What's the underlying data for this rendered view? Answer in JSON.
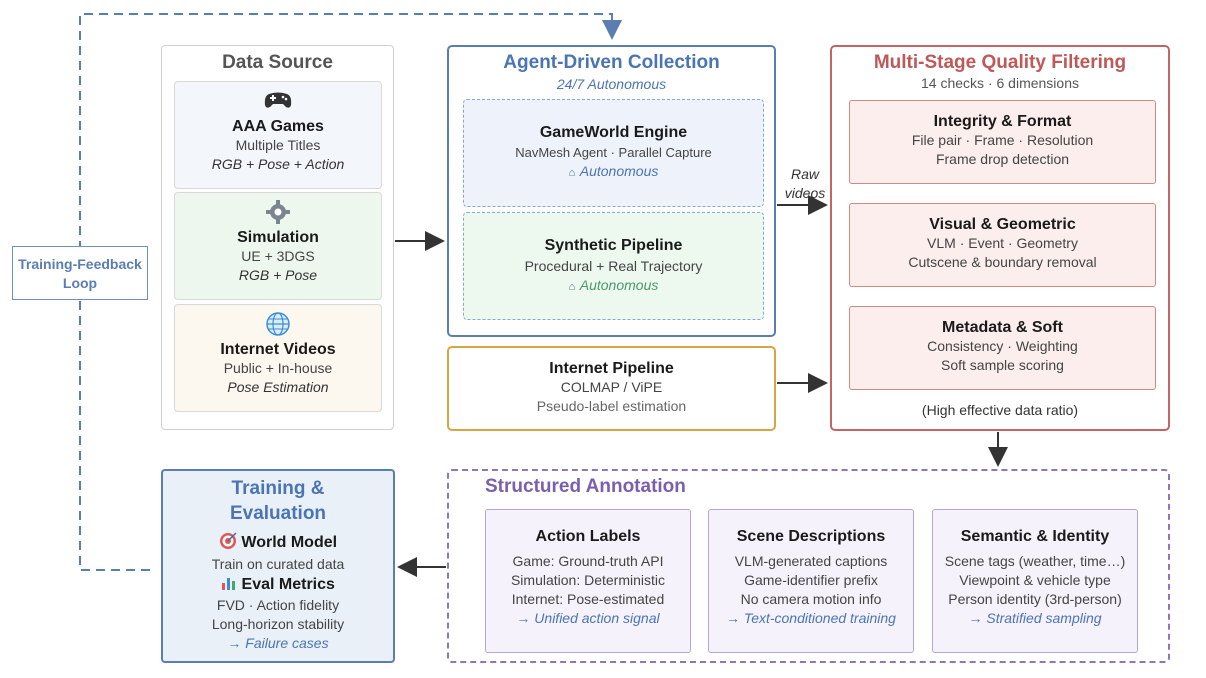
{
  "data_source": {
    "title": "Data Source",
    "cards": [
      {
        "icon": "gamepad-icon",
        "title": "AAA Games",
        "line1": "Multiple Titles",
        "line2": "RGB + Pose + Action"
      },
      {
        "icon": "gear-icon",
        "title": "Simulation",
        "line1": "UE + 3DGS",
        "line2": "RGB + Pose"
      },
      {
        "icon": "globe-icon",
        "title": "Internet Videos",
        "line1": "Public + In-house",
        "line2": "Pose Estimation"
      }
    ]
  },
  "agent_collection": {
    "title": "Agent-Driven Collection",
    "subtitle": "24/7 Autonomous",
    "cards": [
      {
        "title": "GameWorld Engine",
        "line1": "NavMesh Agent · Parallel Capture",
        "badge": "Autonomous"
      },
      {
        "title": "Synthetic Pipeline",
        "line1": "Procedural + Real Trajectory",
        "badge": "Autonomous"
      }
    ]
  },
  "internet_pipeline": {
    "title": "Internet Pipeline",
    "line1": "COLMAP / ViPE",
    "line2": "Pseudo-label estimation"
  },
  "raw_videos_label": {
    "line1": "Raw",
    "line2": "videos"
  },
  "quality": {
    "title": "Multi-Stage Quality Filtering",
    "subtitle": "14 checks · 6 dimensions",
    "stages": [
      {
        "title": "Integrity & Format",
        "line1": "File pair · Frame · Resolution",
        "line2": "Frame drop detection"
      },
      {
        "title": "Visual & Geometric",
        "line1": "VLM · Event · Geometry",
        "line2": "Cutscene & boundary removal"
      },
      {
        "title": "Metadata & Soft",
        "line1": "Consistency · Weighting",
        "line2": "Soft sample scoring"
      }
    ],
    "footer": "(High effective data ratio)"
  },
  "annotation": {
    "title": "Structured Annotation",
    "cards": [
      {
        "title": "Action Labels",
        "lines": [
          "Game: Ground-truth API",
          "Simulation: Deterministic",
          "Internet: Pose-estimated"
        ],
        "result": "→ Unified action signal"
      },
      {
        "title": "Scene Descriptions",
        "lines": [
          "VLM-generated captions",
          "Game-identifier prefix",
          "No camera motion info"
        ],
        "result": "→ Text-conditioned training"
      },
      {
        "title": "Semantic & Identity",
        "lines": [
          "Scene tags (weather, time…)",
          "Viewpoint & vehicle type",
          "Person identity (3rd-person)"
        ],
        "result": "→ Stratified sampling"
      }
    ]
  },
  "training": {
    "title_line1": "Training &",
    "title_line2": "Evaluation",
    "world_model": "World Model",
    "world_model_desc": "Train on curated data",
    "eval_metrics": "Eval Metrics",
    "eval_line1": "FVD · Action fidelity",
    "eval_line2": "Long-horizon stability",
    "failure": "→ Failure cases"
  },
  "feedback_loop": {
    "line1": "Training-Feedback",
    "line2": "Loop"
  },
  "colors": {
    "blue": "#5b7db1",
    "title_blue": "#4a74b4",
    "red": "#c46464",
    "purple": "#8e77b9",
    "orange": "#d9a441",
    "dark": "#333333"
  }
}
